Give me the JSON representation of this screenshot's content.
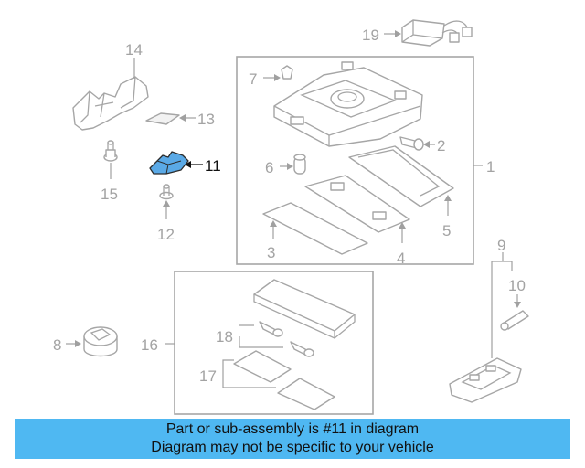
{
  "diagram": {
    "highlight_color": "#5aa9e6",
    "labels": [
      {
        "id": "1",
        "text": "1"
      },
      {
        "id": "2",
        "text": "2"
      },
      {
        "id": "3",
        "text": "3"
      },
      {
        "id": "4",
        "text": "4"
      },
      {
        "id": "5",
        "text": "5"
      },
      {
        "id": "6",
        "text": "6"
      },
      {
        "id": "7",
        "text": "7"
      },
      {
        "id": "8",
        "text": "8"
      },
      {
        "id": "9",
        "text": "9"
      },
      {
        "id": "10",
        "text": "10"
      },
      {
        "id": "11",
        "text": "11"
      },
      {
        "id": "12",
        "text": "12"
      },
      {
        "id": "13",
        "text": "13"
      },
      {
        "id": "14",
        "text": "14"
      },
      {
        "id": "15",
        "text": "15"
      },
      {
        "id": "16",
        "text": "16"
      },
      {
        "id": "17",
        "text": "17"
      },
      {
        "id": "18",
        "text": "18"
      },
      {
        "id": "19",
        "text": "19"
      }
    ]
  },
  "banner": {
    "line1": "Part or sub-assembly is #11 in diagram",
    "line2": "Diagram may not be specific to your vehicle",
    "color": "#4fb8f2"
  }
}
